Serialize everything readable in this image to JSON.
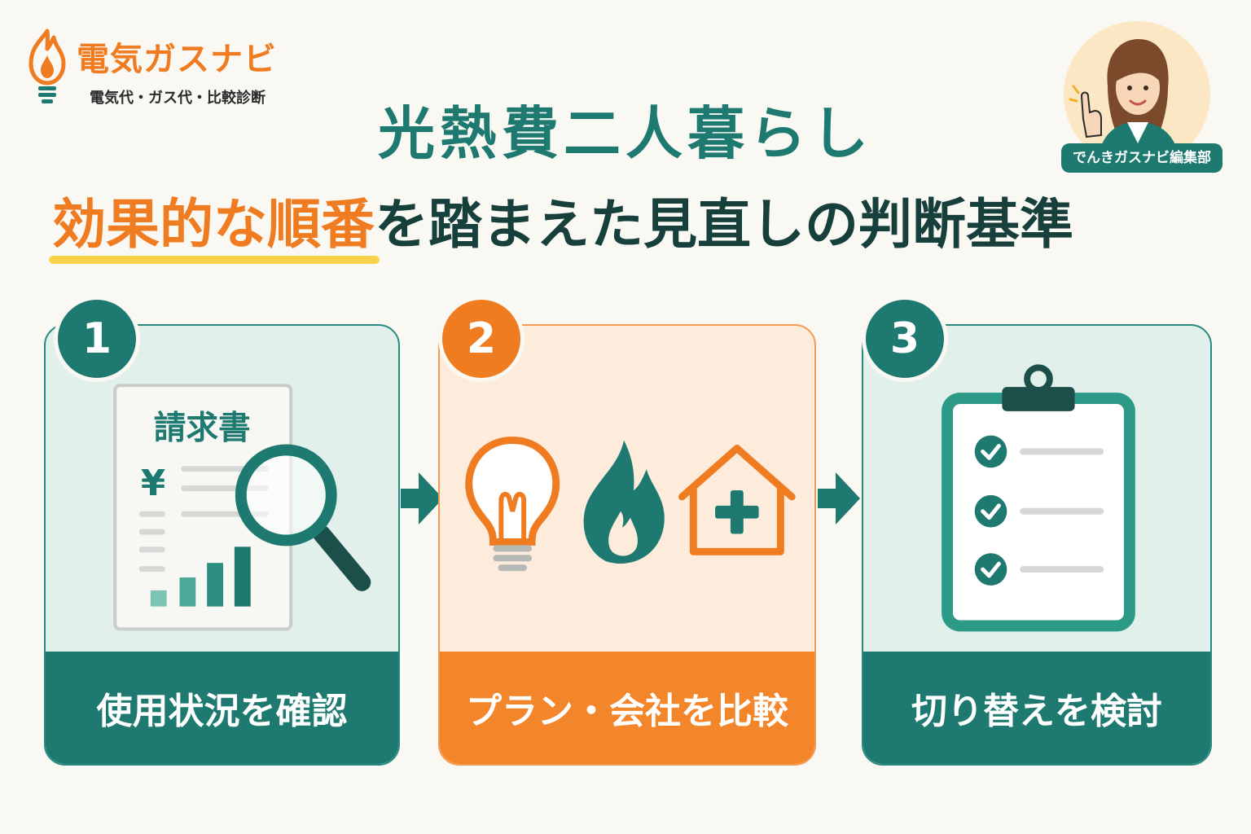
{
  "brand": {
    "name": "電気ガスナビ",
    "tagline": "電気代・ガス代・比較診断",
    "icon": "flame-bulb-icon",
    "color": "#f07c22"
  },
  "title": {
    "line1": "光熱費二人暮らし",
    "line2_highlight": "効果的な順番",
    "line2_rest": "を踏まえた見直しの判断基準"
  },
  "editor": {
    "label": "でんきガスナビ編集部",
    "icon": "woman-pointing-avatar"
  },
  "steps": [
    {
      "number": "1",
      "label": "使用状況を確認",
      "doc_title": "請求書",
      "currency": "¥",
      "icons": [
        "invoice-icon",
        "magnifier-icon",
        "bar-chart-icon"
      ]
    },
    {
      "number": "2",
      "label": "プラン・会社を比較",
      "icons": [
        "light-bulb-icon",
        "flame-icon",
        "house-plus-icon"
      ]
    },
    {
      "number": "3",
      "label": "切り替えを検討",
      "icons": [
        "clipboard-checklist-icon"
      ]
    }
  ],
  "colors": {
    "teal": "#1e7a70",
    "orange": "#f07c22",
    "highlight": "#f7d24a"
  }
}
